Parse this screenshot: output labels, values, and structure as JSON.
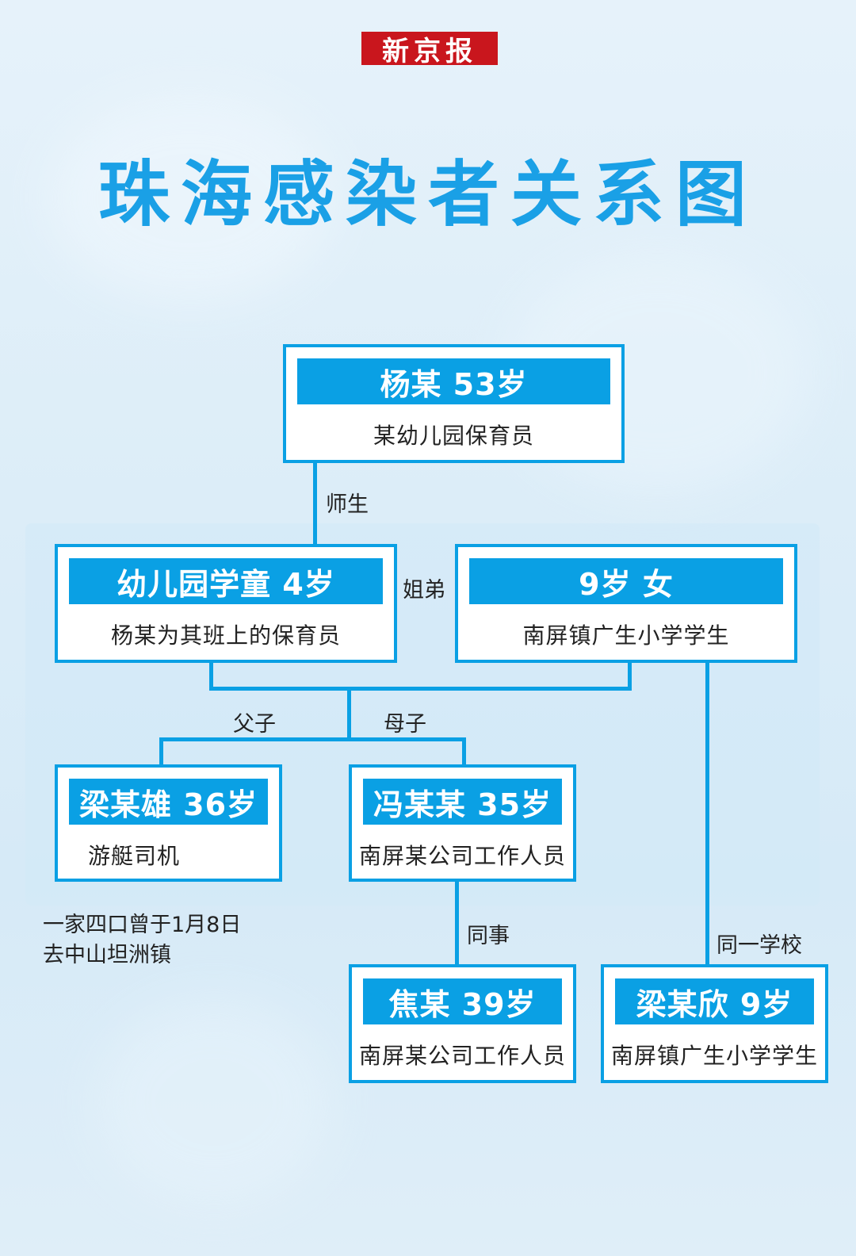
{
  "masthead": "新京报",
  "title": "珠海感染者关系图",
  "nodes": {
    "yang": {
      "name": "杨某 53岁",
      "desc": "某幼儿园保育员"
    },
    "child": {
      "name": "幼儿园学童 4岁",
      "desc": "杨某为其班上的保育员"
    },
    "girl": {
      "name": "9岁 女",
      "desc": "南屏镇广生小学学生"
    },
    "father": {
      "name": "梁某雄 36岁",
      "desc": "游艇司机"
    },
    "mother": {
      "name": "冯某某 35岁",
      "desc": "南屏某公司工作人员"
    },
    "colleague": {
      "name": "焦某 39岁",
      "desc": "南屏某公司工作人员"
    },
    "schoolmate": {
      "name": "梁某欣 9岁",
      "desc": "南屏镇广生小学学生"
    }
  },
  "relations": {
    "teacher_student": "师生",
    "siblings": "姐弟",
    "father_son": "父子",
    "mother_son": "母子",
    "coworkers": "同事",
    "same_school": "同一学校"
  },
  "note": {
    "line1": "一家四口曾于1月8日",
    "line2": "去中山坦洲镇"
  },
  "colors": {
    "accent": "#0aa0e4",
    "title": "#1aa0e6",
    "masthead_bg": "#c9161d"
  }
}
